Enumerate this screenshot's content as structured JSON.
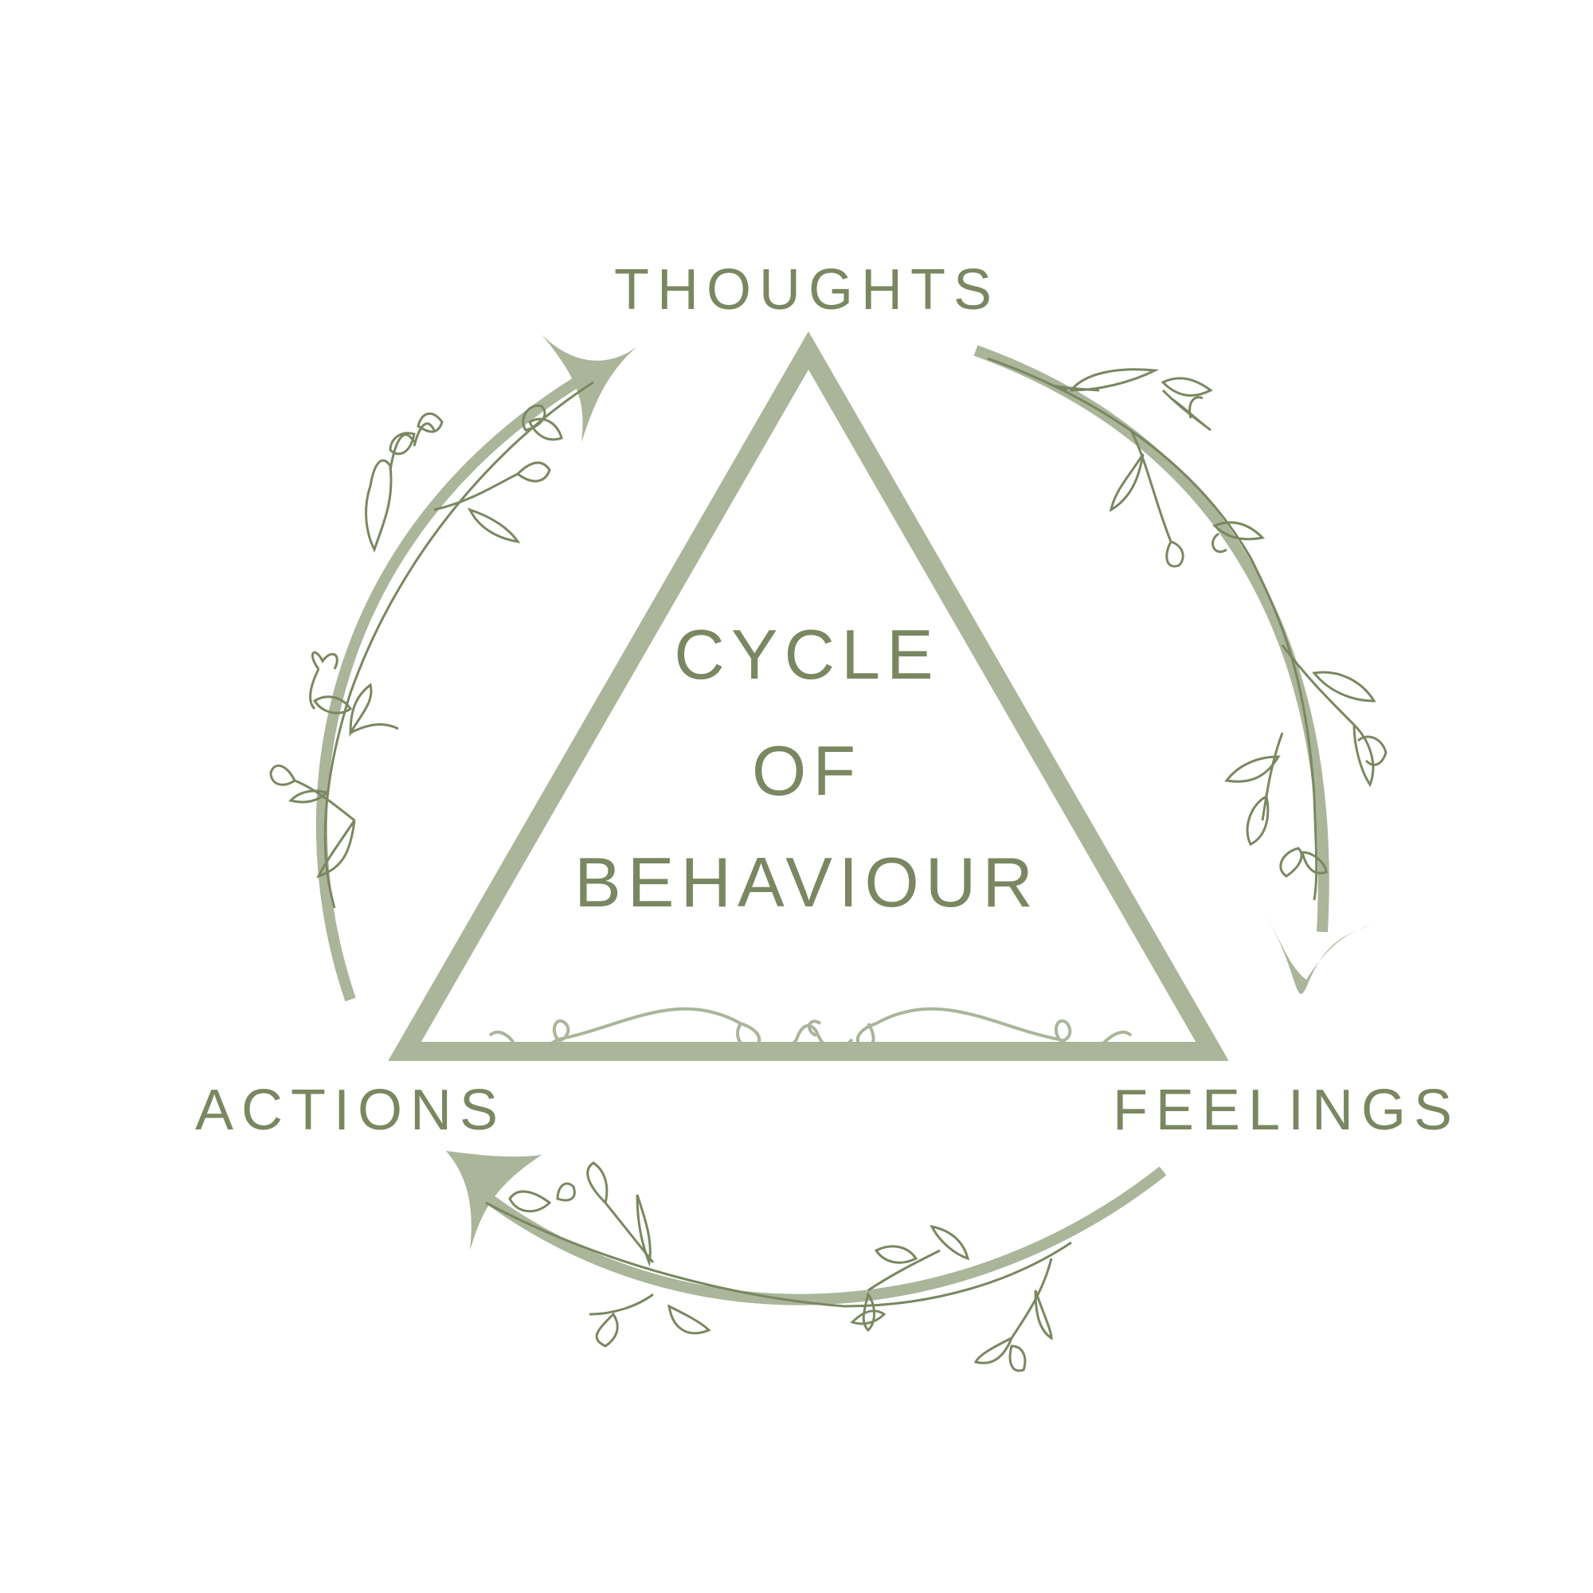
{
  "center": {
    "line1": "CYCLE",
    "line2": "OF",
    "line3": "BEHAVIOUR"
  },
  "nodes": {
    "thoughts": "THOUGHTS",
    "feelings": "FEELINGS",
    "actions": "ACTIONS"
  },
  "colors": {
    "arrow": "#aab59a",
    "text": "#7a8760",
    "vine": "#7a8760"
  },
  "icons": [
    "triangle-icon",
    "cycle-arrow-icon",
    "vine-decoration-icon",
    "flourish-icon"
  ]
}
